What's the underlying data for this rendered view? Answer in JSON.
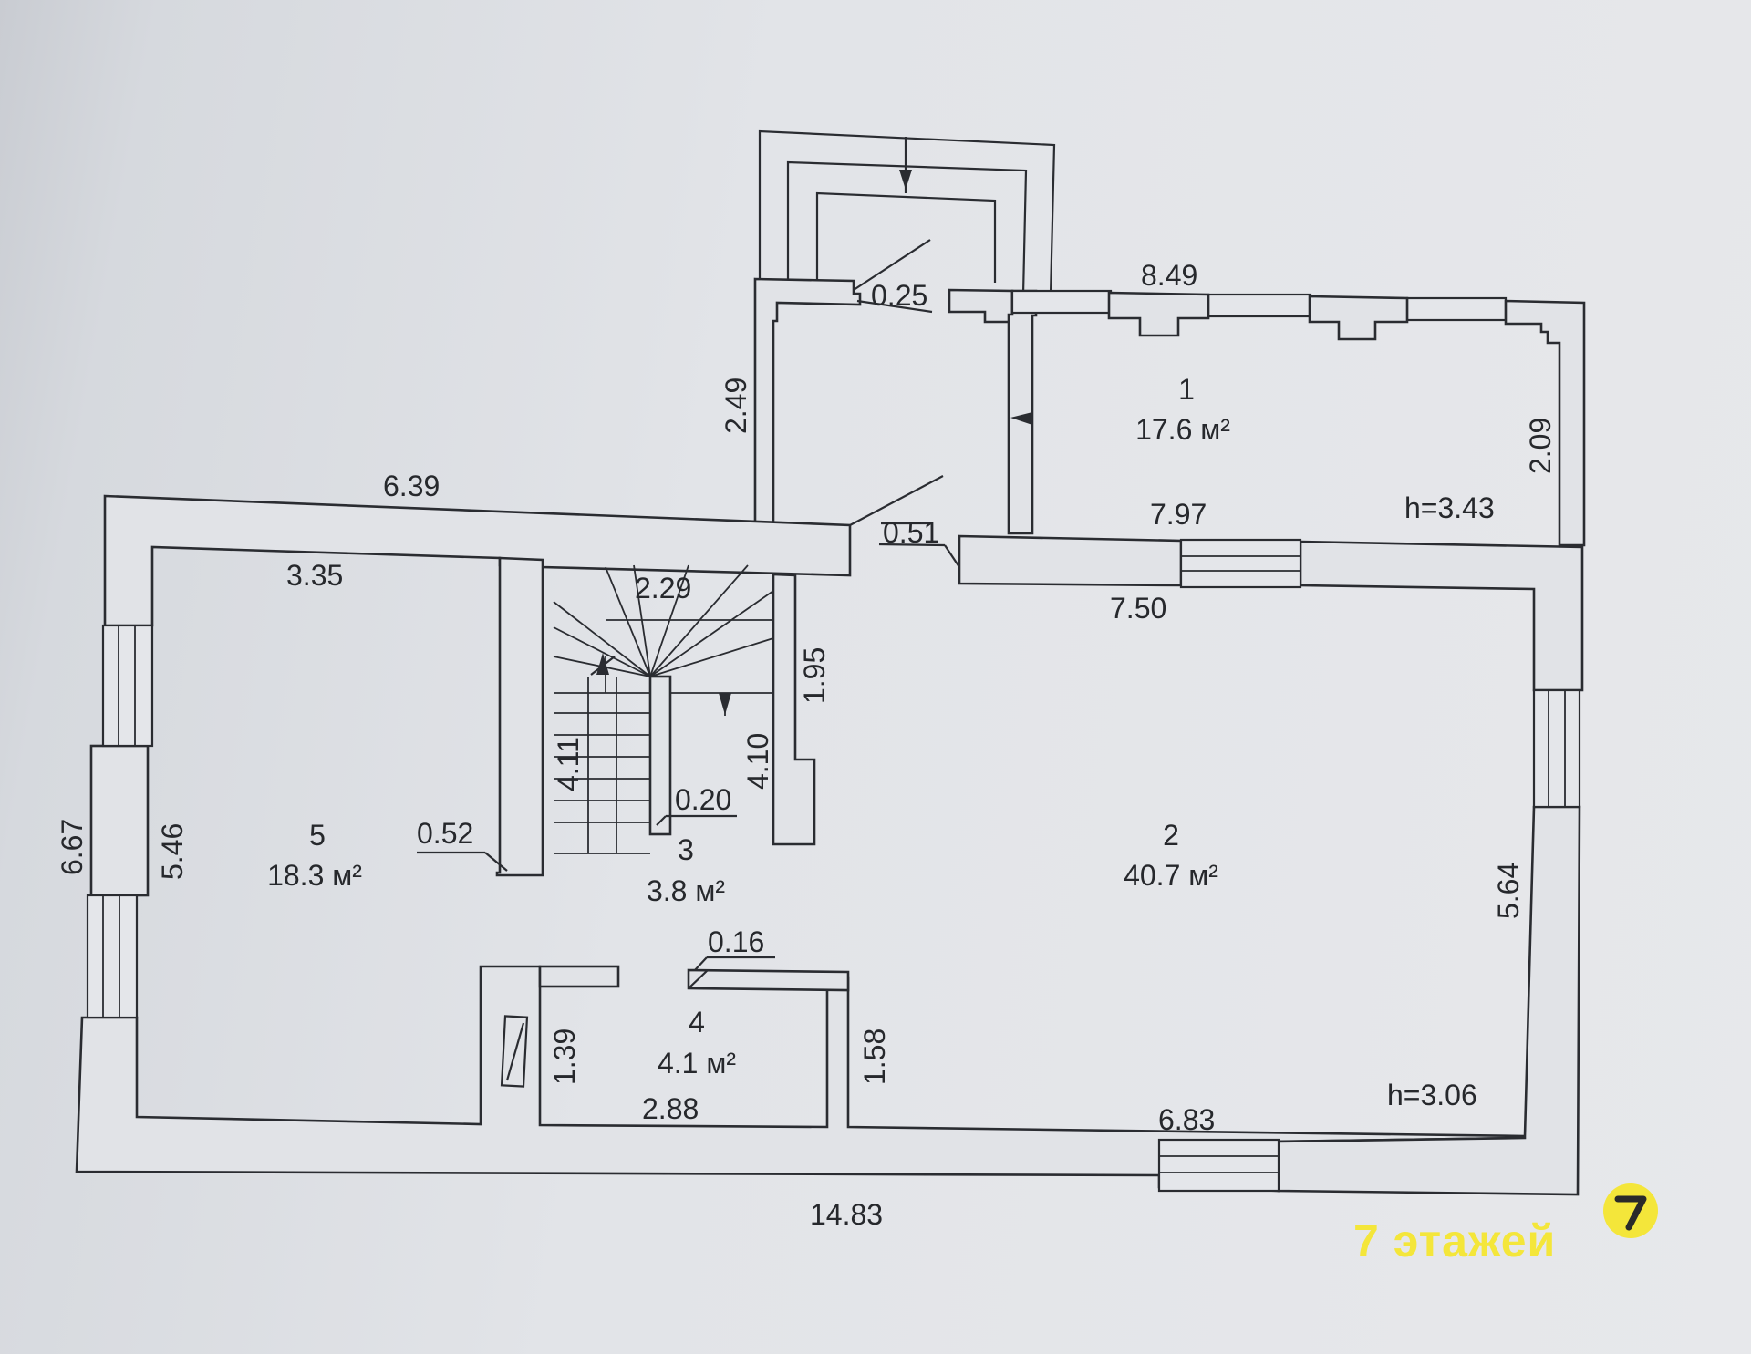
{
  "plan": {
    "rooms": [
      {
        "number": "1",
        "area": "17.6 м²"
      },
      {
        "number": "2",
        "area": "40.7 м²"
      },
      {
        "number": "3",
        "area": "3.8 м²"
      },
      {
        "number": "4",
        "area": "4.1 м²"
      },
      {
        "number": "5",
        "area": "18.3 м²"
      }
    ],
    "dimensions": {
      "d_849": "8.49",
      "d_025": "0.25",
      "d_249": "2.49",
      "d_639": "6.39",
      "d_797": "7.97",
      "d_209": "2.09",
      "d_051": "0.51",
      "d_750": "7.50",
      "d_335": "3.35",
      "d_229": "2.29",
      "d_195": "1.95",
      "d_411": "4.11",
      "d_410": "4.10",
      "d_020": "0.20",
      "d_052": "0.52",
      "d_667": "6.67",
      "d_546": "5.46",
      "d_564": "5.64",
      "d_016": "0.16",
      "d_139": "1.39",
      "d_158": "1.58",
      "d_288": "2.88",
      "d_683": "6.83",
      "d_1483": "14.83"
    },
    "heights": {
      "upper": "h=3.43",
      "lower": "h=3.06"
    }
  },
  "watermark": {
    "text": "7 этажей",
    "logo_glyph": "7",
    "text_color": "#f4e63a",
    "logo_color": "#f4e63a"
  }
}
